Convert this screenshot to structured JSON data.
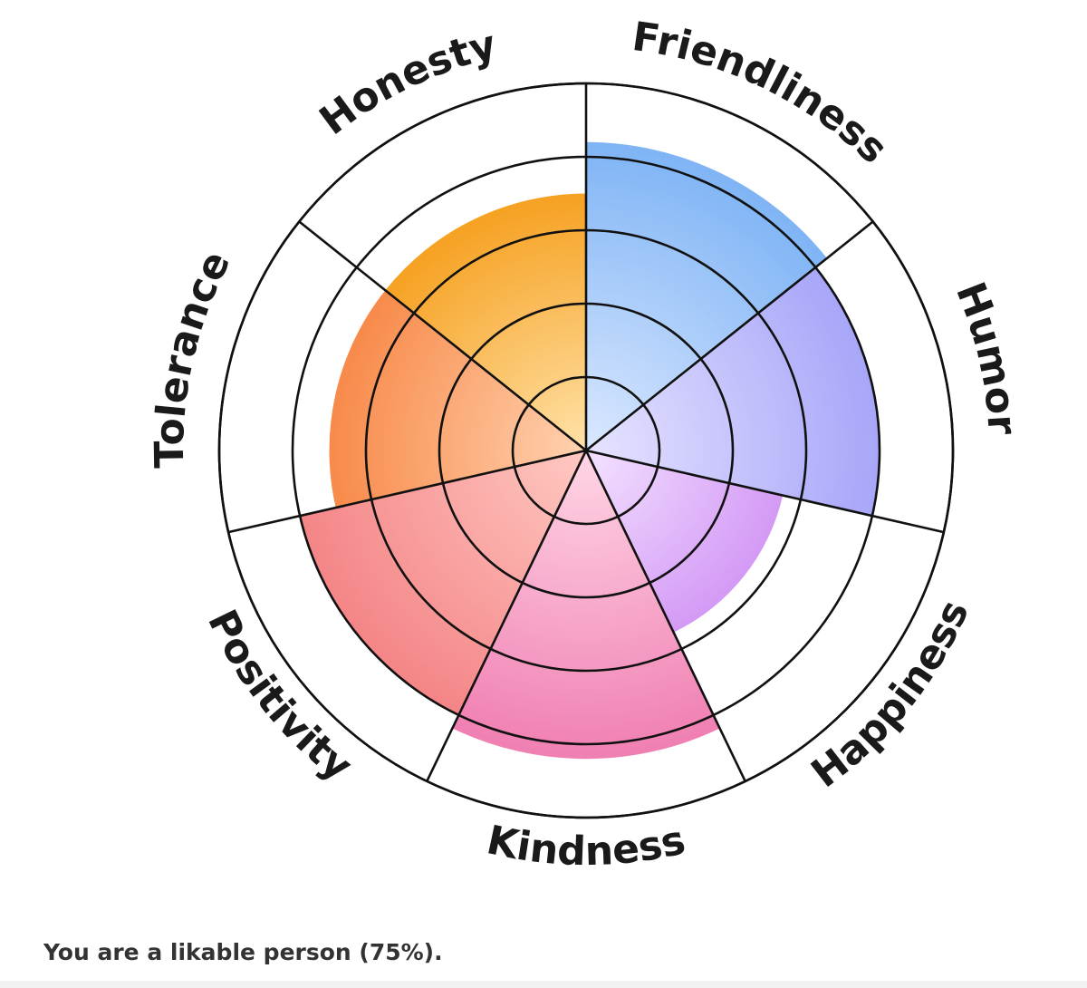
{
  "chart_data": {
    "type": "radial_bar",
    "scale_max": 5,
    "segments": [
      {
        "label": "Friendliness",
        "value": 4.2,
        "color_inner": "#dbe8ff",
        "color_outer": "#7fb4f5"
      },
      {
        "label": "Humor",
        "value": 4.0,
        "color_inner": "#e6e4ff",
        "color_outer": "#a8a6f8"
      },
      {
        "label": "Happiness",
        "value": 2.75,
        "color_inner": "#f3e2ff",
        "color_outer": "#d49af6"
      },
      {
        "label": "Kindness",
        "value": 4.2,
        "color_inner": "#ffd6e6",
        "color_outer": "#f07fb2"
      },
      {
        "label": "Positivity",
        "value": 4.0,
        "color_inner": "#ffc9c2",
        "color_outer": "#f48587"
      },
      {
        "label": "Tolerance",
        "value": 3.5,
        "color_inner": "#ffd2b0",
        "color_outer": "#f88a4a"
      },
      {
        "label": "Honesty",
        "value": 3.5,
        "color_inner": "#ffe2a8",
        "color_outer": "#f6a122"
      }
    ]
  },
  "result": {
    "text": "You are a likable person (75%)."
  }
}
